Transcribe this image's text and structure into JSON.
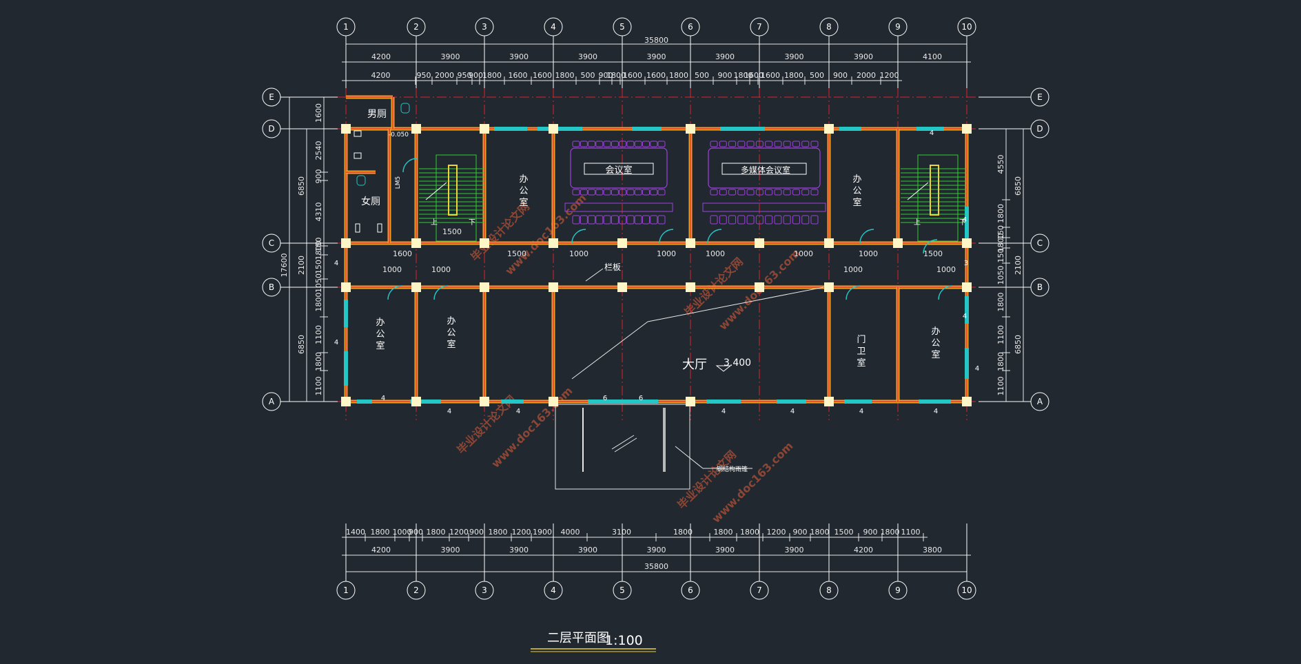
{
  "drawing": {
    "title": "二层平面图",
    "scale": "1:100",
    "colors": {
      "background": "#212830",
      "wall_red": "#e0202a",
      "wall_yellow": "#f0d23a",
      "wall_orange": "#f0a02a",
      "column": "#fff6c8",
      "window": "#24c6c6",
      "furniture": "#a040e0",
      "stair": "#30d030",
      "dim": "#e8e8e8",
      "axis": "#ffffff",
      "watermark": "#e8603a"
    }
  },
  "axes": {
    "columns": [
      "1",
      "2",
      "3",
      "4",
      "5",
      "6",
      "7",
      "8",
      "9",
      "10"
    ],
    "rows": [
      "E",
      "D",
      "C",
      "B",
      "A"
    ]
  },
  "dims": {
    "top_total": "35800",
    "top_bays": [
      "4200",
      "3900",
      "3900",
      "3900",
      "3900",
      "3900",
      "3900",
      "3900",
      "4100"
    ],
    "top_detail": [
      "4200",
      "950",
      "2000",
      "950",
      "900",
      "1800",
      "1600",
      "1600",
      "1800",
      "500",
      "900",
      "1800",
      "1600",
      "1600",
      "1800",
      "500",
      "900",
      "1800",
      "1600",
      "1600",
      "1800",
      "500",
      "900",
      "2000",
      "1200"
    ],
    "bottom_detail": [
      "1400",
      "1800",
      "1000",
      "900",
      "1800",
      "1200",
      "900",
      "1800",
      "1200",
      "1900",
      "4000",
      "3100",
      "1800",
      "1800",
      "1800",
      "1200",
      "900",
      "1800",
      "1500",
      "900",
      "1800",
      "1100"
    ],
    "bottom_bays": [
      "4200",
      "3900",
      "3900",
      "3900",
      "3900",
      "3900",
      "3900",
      "4200",
      "3800"
    ],
    "bottom_total": "35800",
    "left_outer": [
      "6850",
      "2100",
      "6850"
    ],
    "left_total": "17600",
    "left_inner": [
      "1600",
      "2540",
      "900",
      "4310",
      "150",
      "1800",
      "150",
      "1050",
      "1800",
      "1100",
      "1800",
      "1100"
    ],
    "right_outer": [
      "6850",
      "2100",
      "6850"
    ],
    "right_inner": [
      "4550",
      "1800",
      "150",
      "1800",
      "150",
      "1050",
      "1800",
      "1100",
      "1800",
      "1100"
    ],
    "door_widths": [
      "1500",
      "1600",
      "1500",
      "1000",
      "1000",
      "1000",
      "1000",
      "1000",
      "1500",
      "1000",
      "1000",
      "1000",
      "1000"
    ]
  },
  "rooms": {
    "mens_toilet": "男厕",
    "womens_toilet": "女厕",
    "office": "办公室",
    "conference": "会议室",
    "multimedia": "多媒体会议室",
    "hall": "大厅",
    "hall_elevation": "3.400",
    "guard": "门卫室",
    "railing": "栏板",
    "elev_minus": "-0.050",
    "lm5": "LM5",
    "up": "上",
    "down": "下",
    "canopy_note": "钢结构雨篷",
    "window_nums": [
      "4",
      "4",
      "4",
      "6",
      "6",
      "4",
      "4",
      "4",
      "4",
      "4",
      "4",
      "3",
      "4",
      "4",
      "4",
      "4"
    ]
  },
  "watermarks": [
    "毕业设计论文网",
    "www.doc163.com"
  ]
}
